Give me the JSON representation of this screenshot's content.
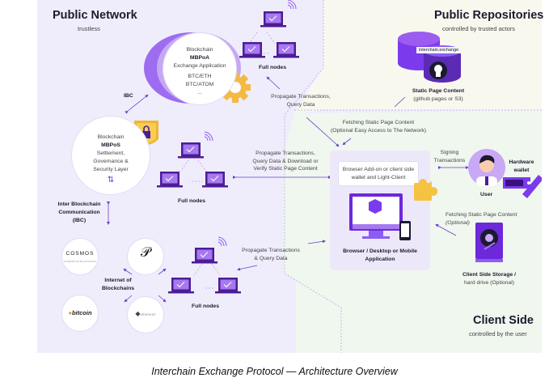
{
  "zones": {
    "public_network": {
      "title": "Public Network",
      "subtitle": "trustless",
      "color": "#efedfb"
    },
    "public_repositories": {
      "title": "Public Repositories",
      "subtitle": "controlled by trusted actors",
      "color": "#f8f8f0"
    },
    "client_side": {
      "title": "Client Side",
      "subtitle": "controlled by the user",
      "color": "#eff7ef"
    }
  },
  "mbpoa": {
    "line1": "Blockchain",
    "line2": "MBPoA",
    "line3": "Exchange Application",
    "line4": "BTC/ETH",
    "line5": "BTC/ATOM",
    "line6": "..."
  },
  "mbpos": {
    "line1": "Blockchain",
    "line2": "MBPoS",
    "line3": "Settlement,",
    "line4": "Governance &",
    "line5": "Security Layer"
  },
  "labels": {
    "ibc_short": "IBC",
    "ibc_long_1": "Inter Blockchain",
    "ibc_long_2": "Communication",
    "ibc_long_3": "(IBC)",
    "full_nodes_top": "Full nodes",
    "full_nodes_mid": "Full nodes",
    "full_nodes_bottom": "Full nodes",
    "propagate_top_1": "Propagate Transactions,",
    "propagate_top_2": "Query Data",
    "propagate_mid_1": "Propagate Transactions,",
    "propagate_mid_2": "Query Data & Download or",
    "propagate_mid_3": "Verify Static Page Content",
    "propagate_bottom_1": "Propagate Transactions",
    "propagate_bottom_2": "& Query Data",
    "fetch_static_1": "Fetching Static Page Content",
    "fetch_static_2": "(Optional Easy Access to The Network)",
    "repo_tag": "interchain.exchange",
    "static_page_1": "Static Page Content",
    "static_page_2": "(github pages or S3)",
    "browser_addon_1": "Browser Add-on or client side",
    "browser_addon_2": "wallet and Light-Client",
    "browser_app_1": "Browser / Desktop or Mobile",
    "browser_app_2": "Application",
    "signing_1": "Signing",
    "signing_2": "Transactions",
    "user": "User",
    "hardware_wallet_1": "Hardware",
    "hardware_wallet_2": "wallet",
    "fetch_optional_1": "Fetching Static Page Content",
    "fetch_optional_2": "(Optional)",
    "storage_1": "Client Side Storage /",
    "storage_2": "hard drive (Optional)",
    "iob_1": "Internet of",
    "iob_2": "Blockchains"
  },
  "chains": [
    {
      "name": "COSMOS",
      "sub": "INTERNET OF BLOCKCHAINS"
    },
    {
      "name": "polkadot"
    },
    {
      "name": "bitcoin"
    },
    {
      "name": "ethereum"
    }
  ],
  "colors": {
    "accent": "#7c3aed",
    "node_fill": "#a779f0",
    "node_dark": "#4c1d95",
    "gold": "#f5c342"
  },
  "caption": "Interchain Exchange Protocol — Architecture Overview"
}
